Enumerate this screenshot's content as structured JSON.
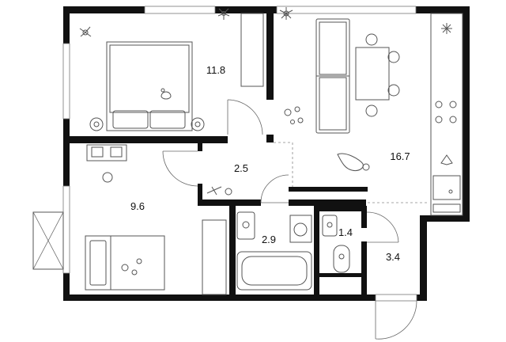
{
  "rooms": [
    {
      "id": "bedroom-large",
      "area": "11.8"
    },
    {
      "id": "kitchen-living",
      "area": "16.7"
    },
    {
      "id": "hallway",
      "area": "2.5"
    },
    {
      "id": "bedroom-small",
      "area": "9.6"
    },
    {
      "id": "bathroom",
      "area": "2.9"
    },
    {
      "id": "toilet",
      "area": "1.4"
    },
    {
      "id": "entrance",
      "area": "3.4"
    }
  ],
  "colors": {
    "wall": "#111111",
    "furniture": "#555555",
    "background": "#ffffff"
  }
}
